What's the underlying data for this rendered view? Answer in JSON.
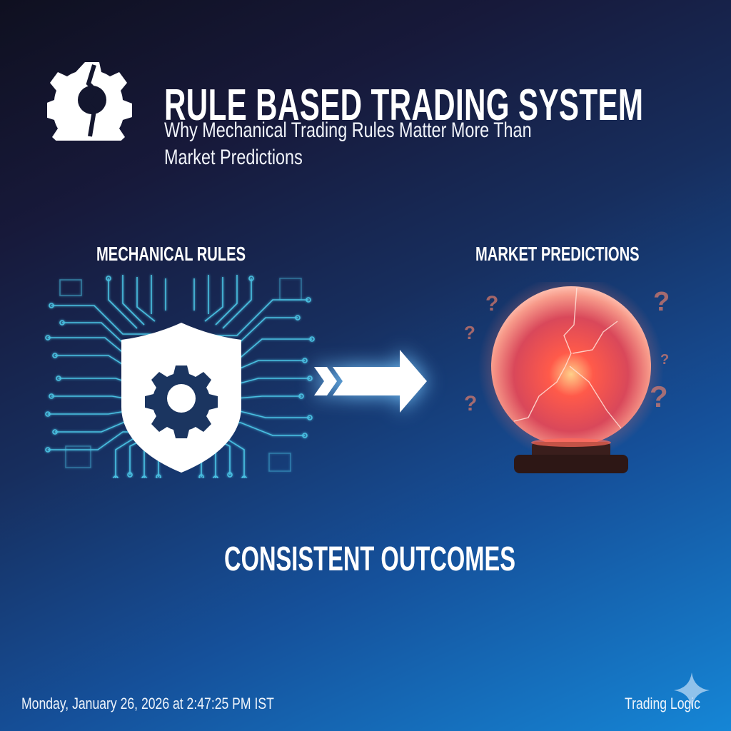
{
  "header": {
    "logo_icon": "broken-gear-icon",
    "title": "RULE BASED TRADING SYSTEM",
    "subtitle_line1": "Why Mechanical Trading Rules Matter More Than",
    "subtitle_line2": "Market Predictions"
  },
  "left_panel": {
    "label": "MECHANICAL RULES",
    "icon": "shield-gear-circuit-icon"
  },
  "center": {
    "icon": "double-chevron-arrow-right-icon"
  },
  "right_panel": {
    "label": "MARKET PREDICTIONS",
    "icon": "cracked-crystal-ball-icon"
  },
  "conclusion": {
    "text": "CONSISTENT OUTCOMES"
  },
  "footer": {
    "timestamp": "Monday, January 26, 2026 at 2:47:25 PM IST",
    "brand": "Trading Logic",
    "brand_icon": "sparkle-icon"
  },
  "colors": {
    "bg_top_left": "#0f1020",
    "bg_mid": "#172e5e",
    "bg_bottom_right": "#1586d6",
    "circuit": "#4fd0f0",
    "orb": "#ff6a5a",
    "orb_stand": "#3a1e1c",
    "text": "#ffffff"
  }
}
